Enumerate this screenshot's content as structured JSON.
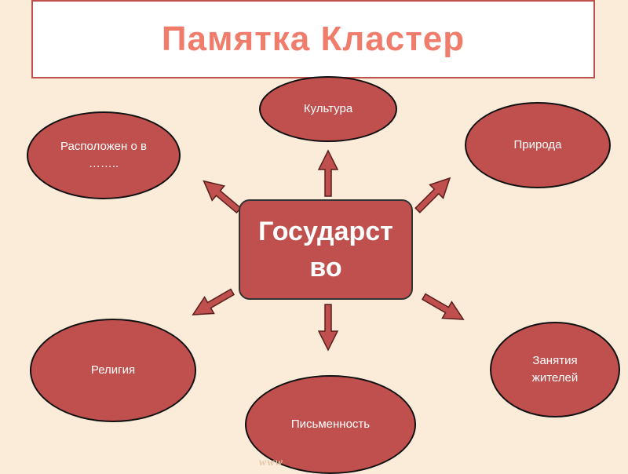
{
  "title": "Памятка Кластер",
  "center_label": "Государст во",
  "nodes": {
    "culture": "Культура",
    "location": "Расположен о в ……..",
    "nature": "Природа",
    "religion": "Религия",
    "occupations": "Занятия жителей",
    "writing": "Письменность"
  },
  "watermark": "www",
  "colors": {
    "node_fill": "#c0504d",
    "title_text": "#f07c6c",
    "background": "#fbebd9",
    "arrow_fill": "#c0504d"
  }
}
